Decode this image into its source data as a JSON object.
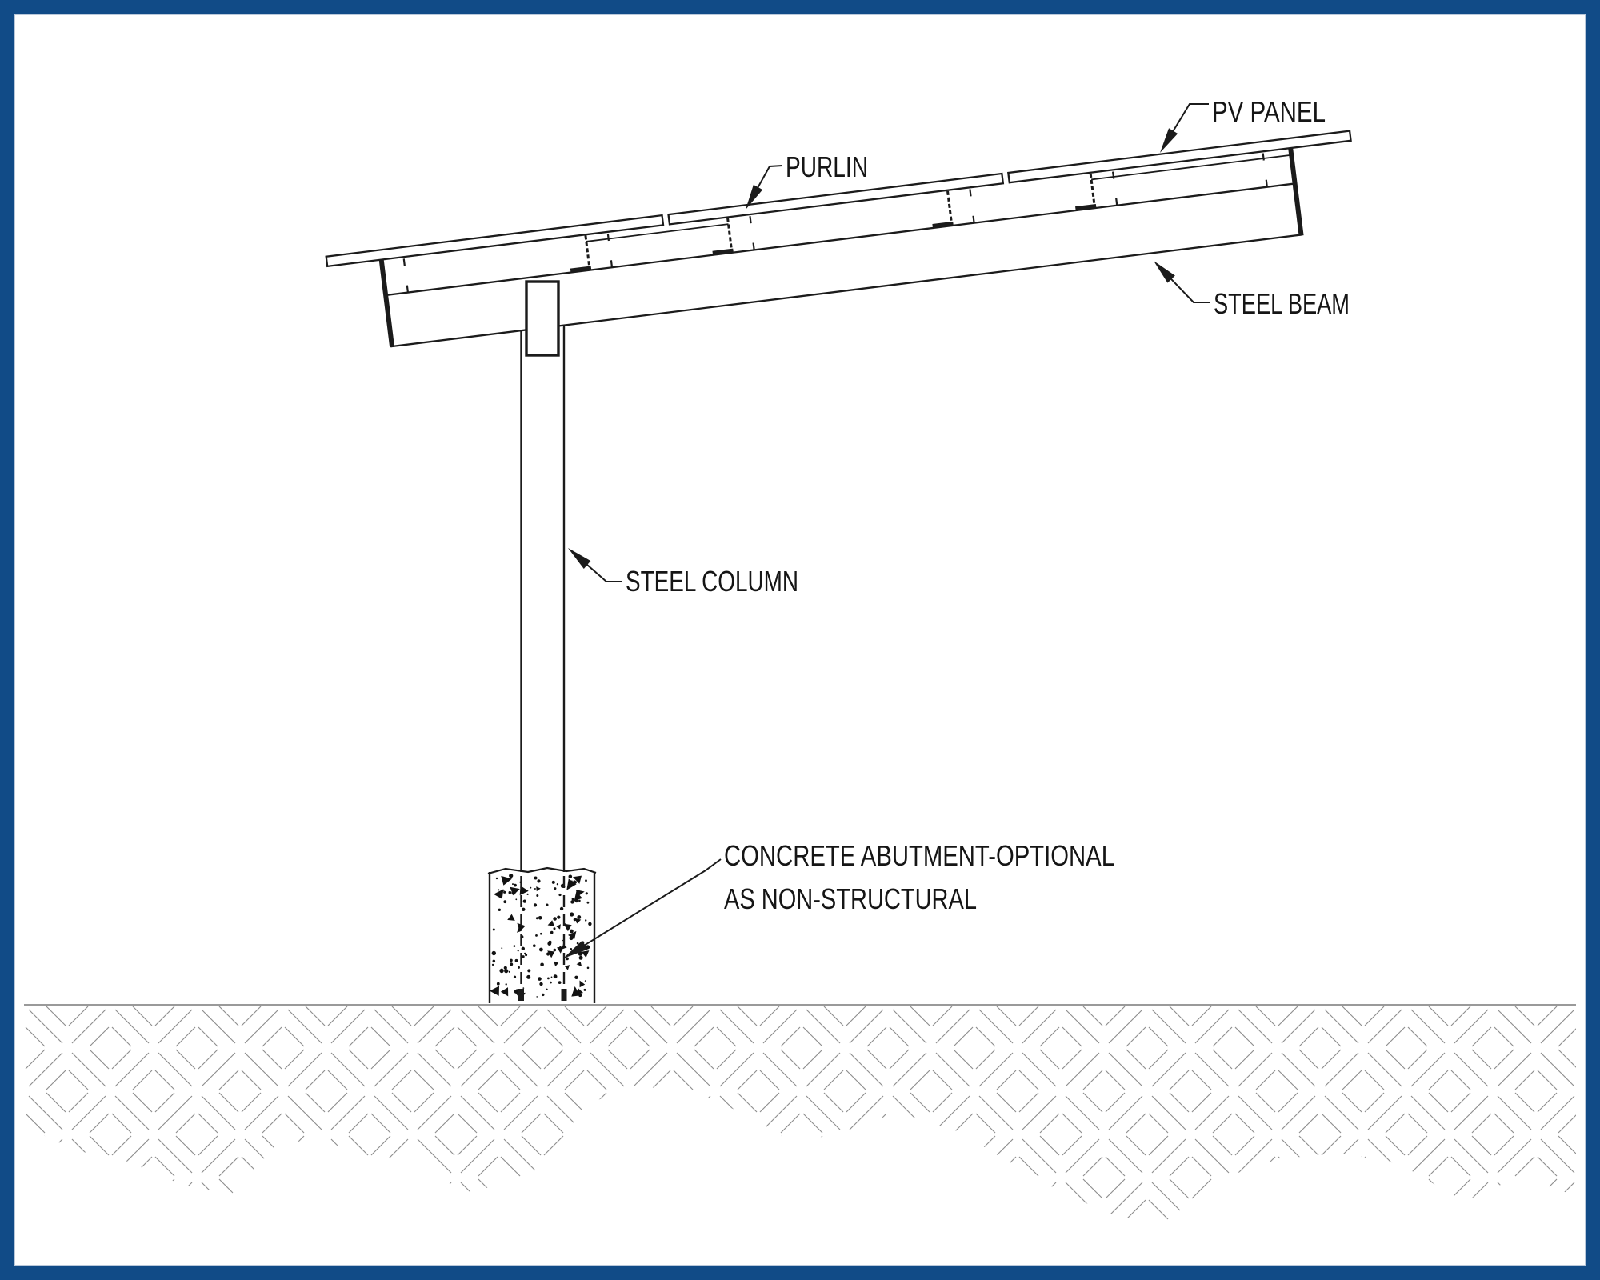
{
  "figure": {
    "kind": "technical-elevation-drawing",
    "labels": {
      "pv_panel": "PV PANEL",
      "purlin": "PURLIN",
      "steel_beam": "STEEL BEAM",
      "steel_column": "STEEL COLUMN",
      "concrete_abutment_line1": "CONCRETE ABUTMENT-OPTIONAL",
      "concrete_abutment_line2": "AS NON-STRUCTURAL"
    },
    "colors": {
      "frame": "#114b87",
      "innerline": "#b9c8da",
      "bg": "#ffffff",
      "line": "#1b1b1b",
      "hatch": "#8f8f8f",
      "ground": "#787878",
      "text": "#151515"
    }
  }
}
